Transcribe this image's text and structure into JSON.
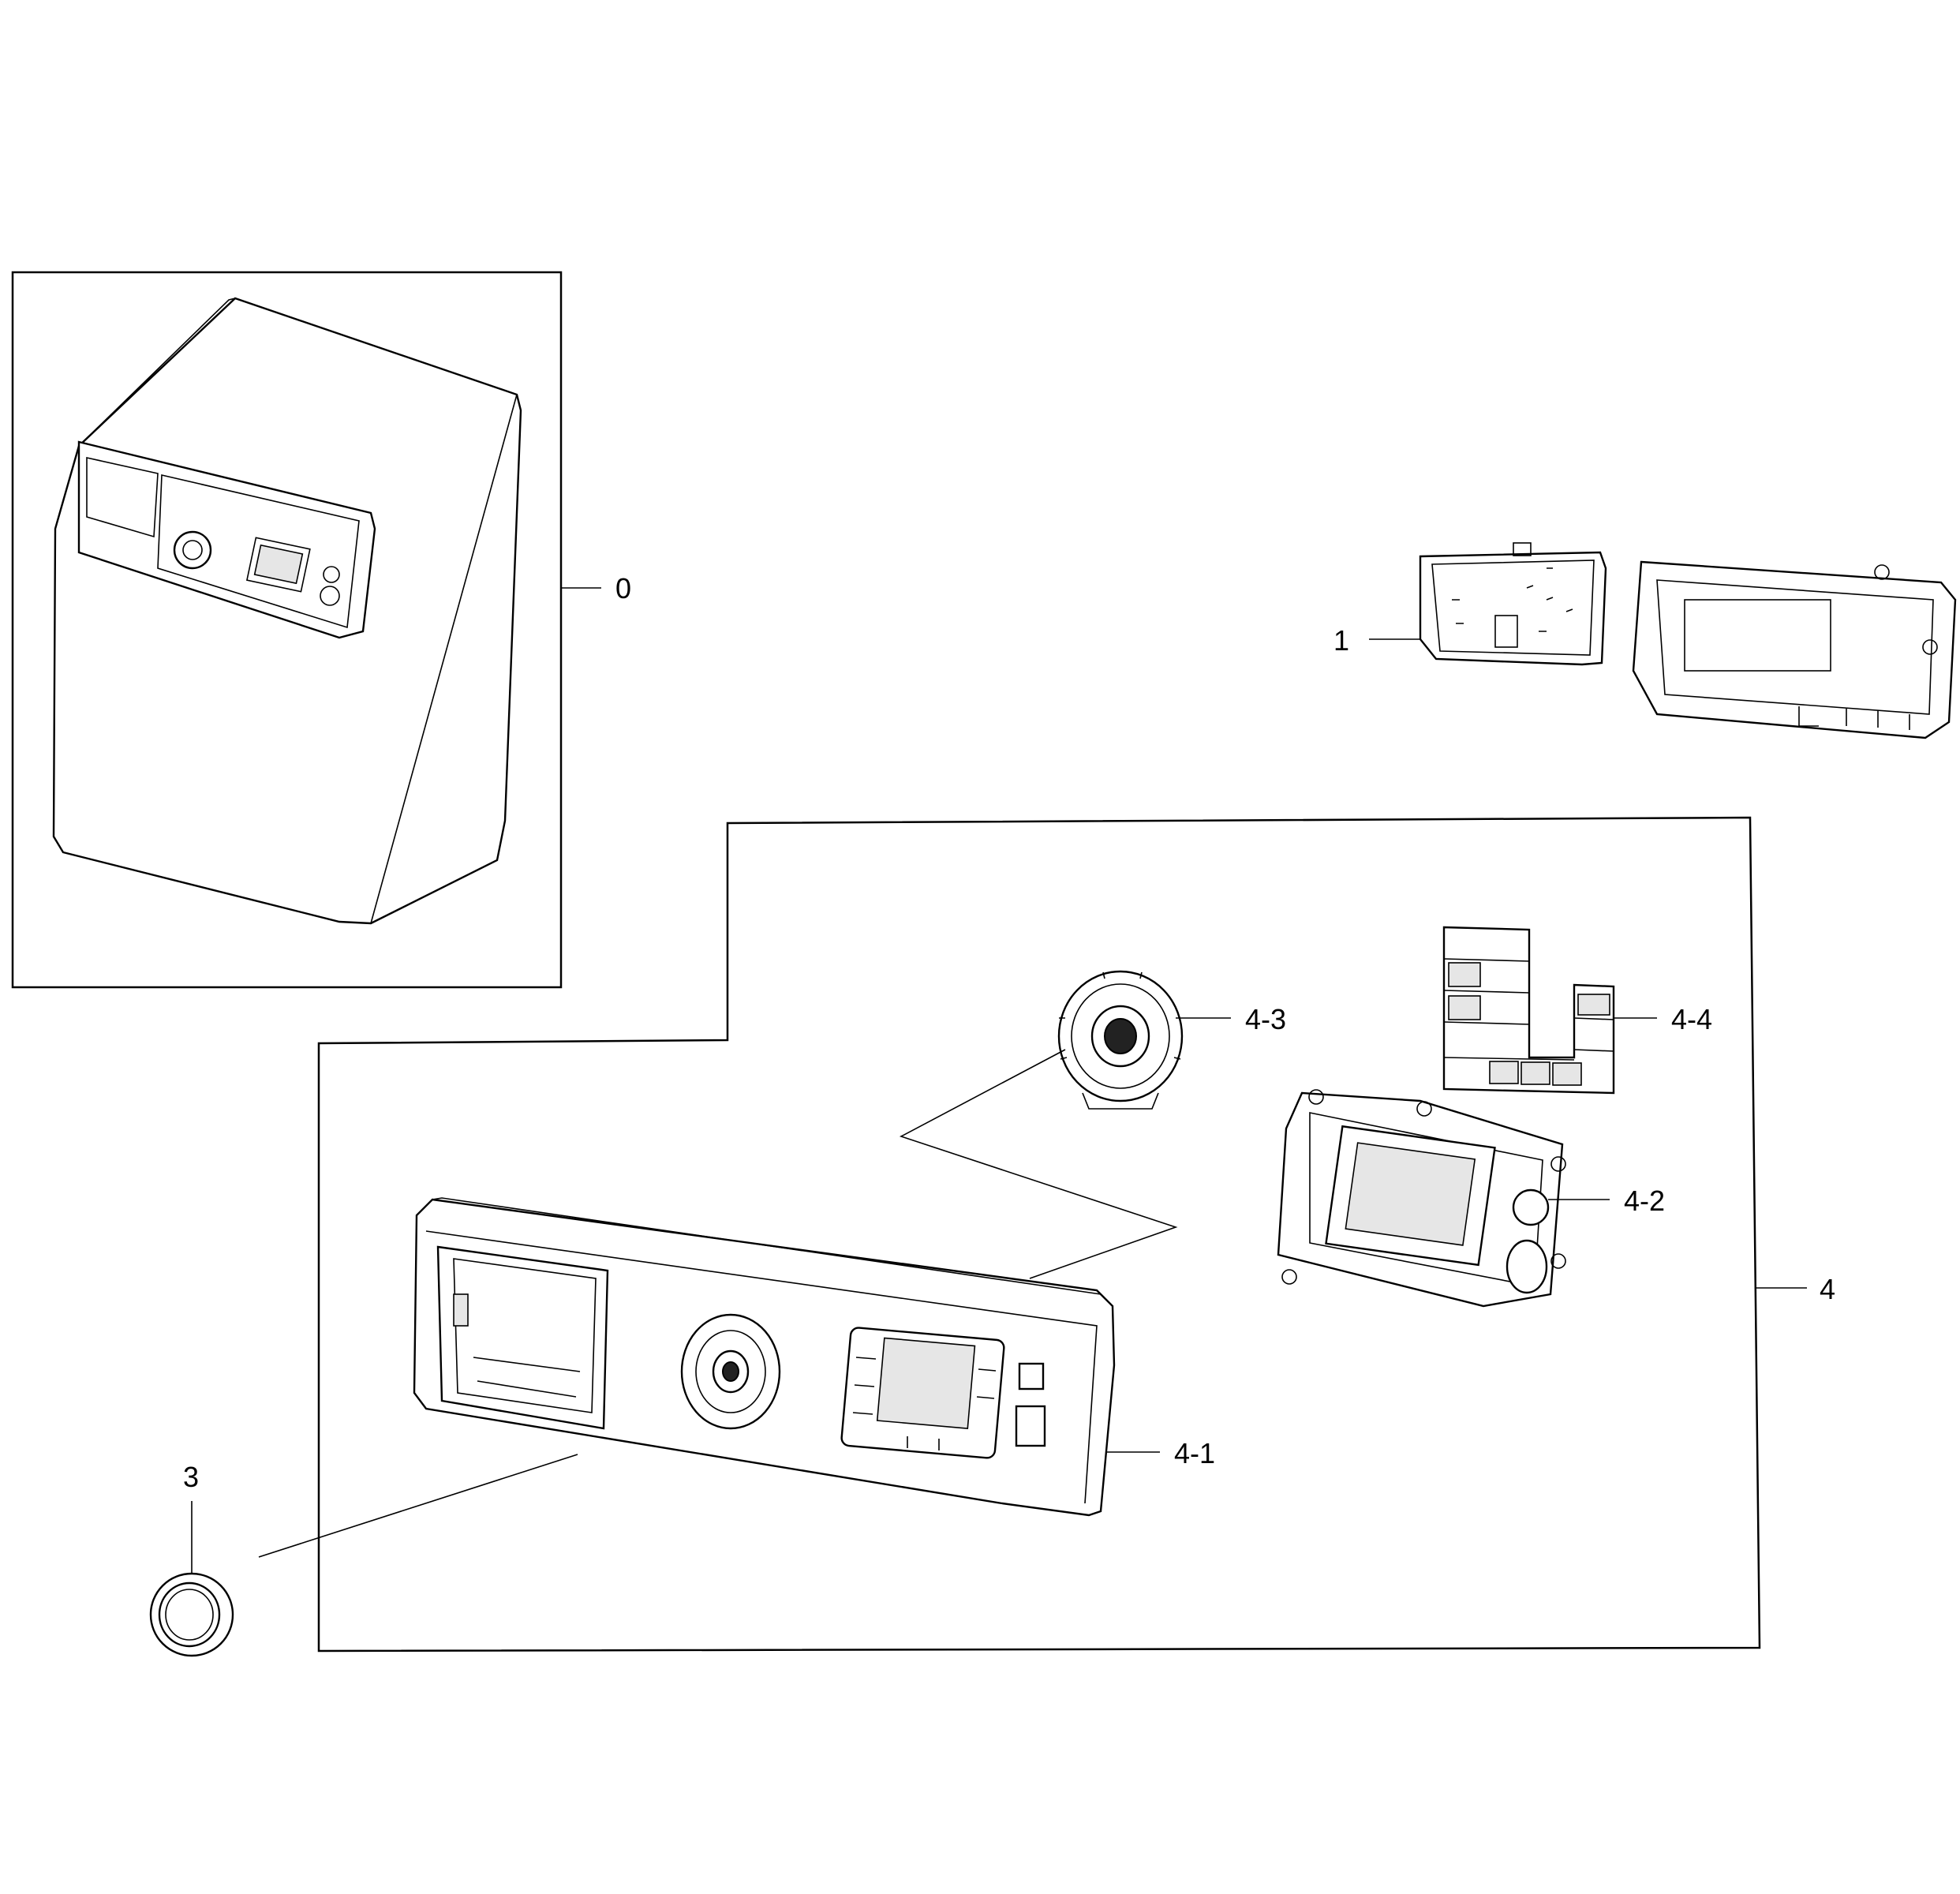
{
  "labels": {
    "p0": "0",
    "p1": "1",
    "p3": "3",
    "p4": "4",
    "p4_1": "4-1",
    "p4_2": "4-2",
    "p4_3": "4-3",
    "p4_4": "4-4"
  },
  "colors": {
    "line": "#000000",
    "background": "#ffffff"
  }
}
